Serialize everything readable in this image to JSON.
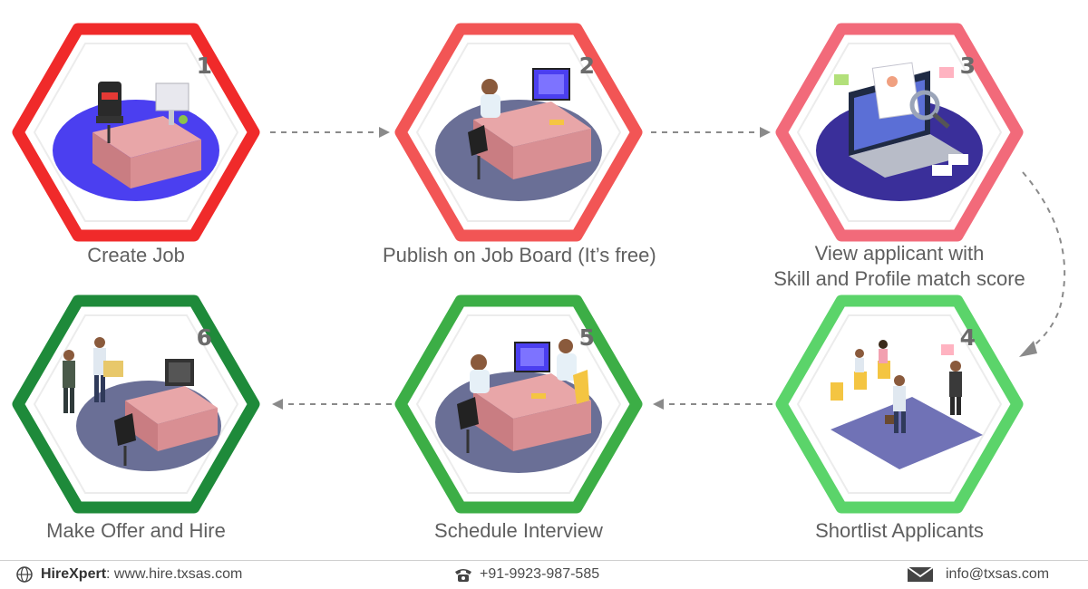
{
  "steps": [
    {
      "number": "1",
      "label": "Create Job",
      "color": "#f02a2a",
      "icon": "vacant-office-desk-icon"
    },
    {
      "number": "2",
      "label": "Publish on Job Board (It’s free)",
      "color": "#f25555",
      "icon": "person-at-computer-desk-icon"
    },
    {
      "number": "3",
      "label_line1": "View applicant with",
      "label_line2": "Skill and Profile match score",
      "color": "#f26a7a",
      "icon": "laptop-resume-magnifier-icon"
    },
    {
      "number": "4",
      "label": "Shortlist Applicants",
      "color": "#5bd46a",
      "icon": "waiting-applicants-icon"
    },
    {
      "number": "5",
      "label": "Schedule Interview",
      "color": "#3cae46",
      "icon": "interview-desk-icon"
    },
    {
      "number": "6",
      "label": "Make Offer and Hire",
      "color": "#1e8a3a",
      "icon": "handshake-hire-icon"
    }
  ],
  "footer": {
    "brand": "HireXpert",
    "website": " : www.hire.txsas.com",
    "phone": "+91-9923-987-585",
    "email": "info@txsas.com"
  }
}
